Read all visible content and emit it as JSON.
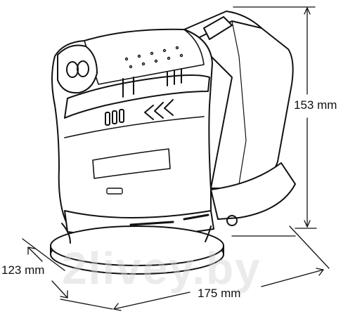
{
  "dimensions": {
    "height_label": "153 mm",
    "width_label": "175 mm",
    "depth_label": "123 mm"
  },
  "watermark": {
    "text": "2livey.by"
  },
  "colors": {
    "outline": "#111111",
    "background": "#ffffff"
  }
}
